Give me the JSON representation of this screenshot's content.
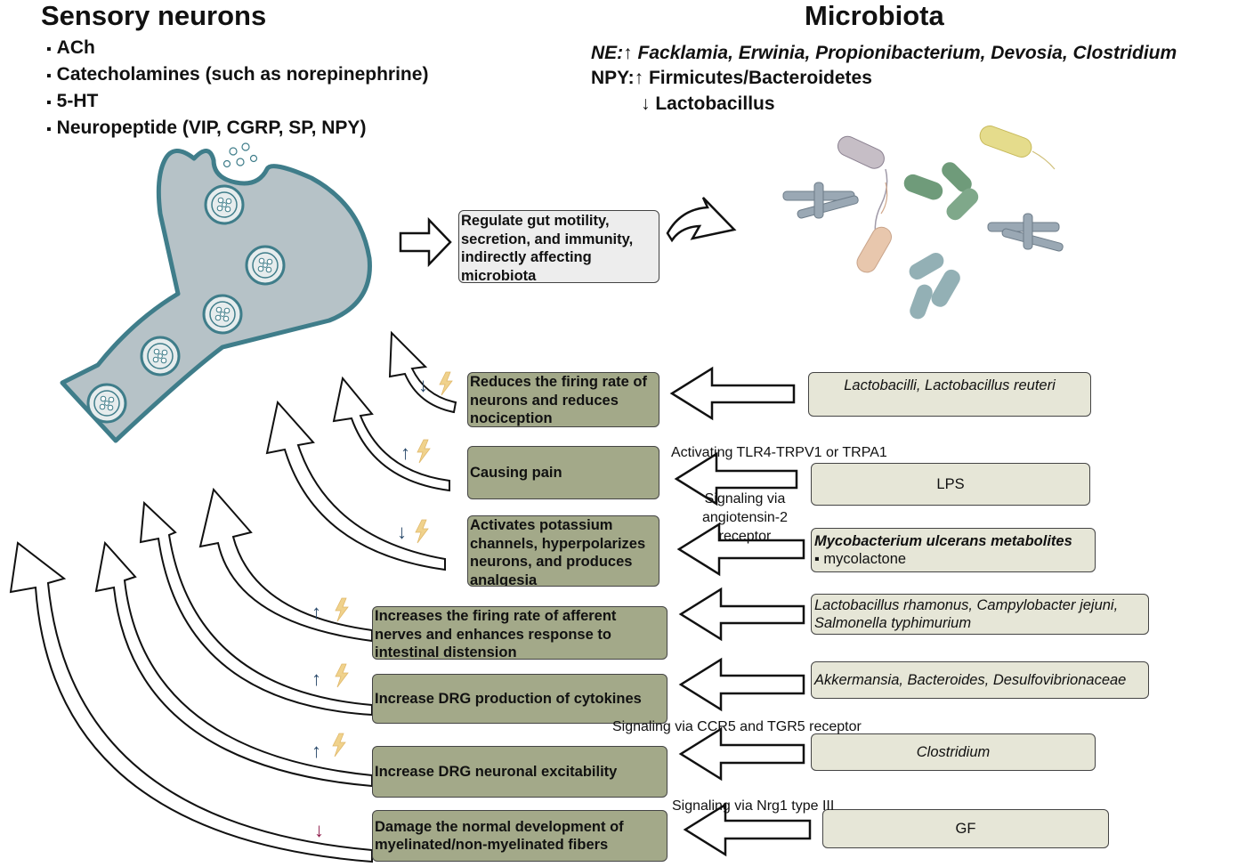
{
  "sensory": {
    "title": "Sensory neurons",
    "items": [
      "ACh",
      "Catecholamines (such as norepinephrine)",
      "5-HT",
      "Neuropeptide (VIP, CGRP, SP, NPY)"
    ]
  },
  "microbiota": {
    "title": "Microbiota",
    "ne_prefix": "NE:",
    "ne_arrow": "↑",
    "ne_genera": "Facklamia, Erwinia, Propionibacterium, Devosia, Clostridium",
    "npy_prefix": "NPY:",
    "npy_arrow": "↑",
    "npy_text": "Firmicutes/Bacteroidetes",
    "npy2_arrow": "↓",
    "npy2_text": "Lactobacillus"
  },
  "regulate_box": "Regulate gut motility, secretion, and immunity, indirectly affecting microbiota",
  "effects": [
    {
      "arrow": "↓",
      "text": "Reduces the firing rate of  neurons and reduces nociception"
    },
    {
      "arrow": "↑",
      "text": "Causing pain"
    },
    {
      "arrow": "↓",
      "text": "Activates potassium channels, hyperpolarizes neurons, and produces analgesia"
    },
    {
      "arrow": "↑",
      "text": "Increases the firing rate of afferent nerves and enhances response to intestinal distension"
    },
    {
      "arrow": "↑",
      "text": "Increase DRG production of cytokines"
    },
    {
      "arrow": "↑",
      "text": "Increase DRG neuronal excitability"
    },
    {
      "arrow": "↓",
      "text": "Damage the normal development of myelinated/non-myelinated fibers"
    }
  ],
  "sources": [
    {
      "text": "Lactobacilli, Lactobacillus reuteri"
    },
    {
      "text": "LPS"
    },
    {
      "title": "Mycobacterium ulcerans metabolites",
      "sub": "▪ mycolactone"
    },
    {
      "text": "Lactobacillus rhamonus, Campylobacter jejuni, Salmonella typhimurium"
    },
    {
      "text": "Akkermansia, Bacteroides, Desulfovibrionaceae"
    },
    {
      "text": "Clostridium"
    },
    {
      "text": "GF"
    }
  ],
  "notes": {
    "tlr4": "Activating TLR4-TRPV1 or TRPA1",
    "angio": "Signaling via angiotensin-2 receptor",
    "ccr5": "Signaling via CCR5 and TGR5 receptor",
    "nrg1": "Signaling via Nrg1 type III"
  },
  "colors": {
    "neuron_fill": "#b6c2c7",
    "neuron_stroke": "#3f7d8a",
    "effect_box": "#a3a989",
    "source_box": "#e6e6d7",
    "arrow_up": "#2a4a6b",
    "arrow_down_red": "#8e1a4a",
    "bolt": "#f0d28c"
  }
}
